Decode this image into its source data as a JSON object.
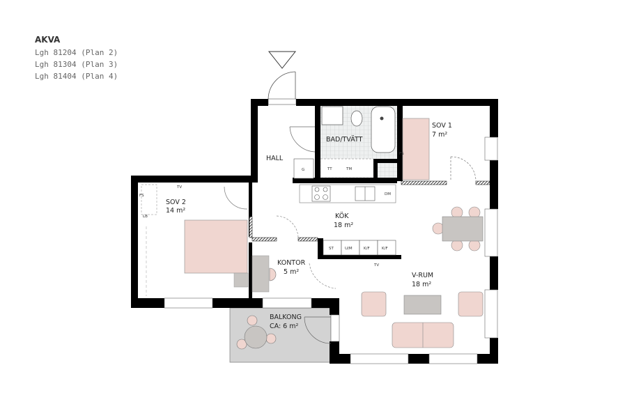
{
  "header": {
    "title": "AKVA",
    "units": [
      "Lgh 81204 (Plan 2)",
      "Lgh 81304 (Plan 3)",
      "Lgh 81404 (Plan 4)"
    ]
  },
  "rooms": {
    "hall": {
      "name": "HALL"
    },
    "bad": {
      "name": "BAD/TVÄTT"
    },
    "sov1": {
      "name": "SOV 1",
      "area": "7 m²"
    },
    "sov2": {
      "name": "SOV 2",
      "area": "14 m²"
    },
    "kok": {
      "name": "KÖK",
      "area": "18 m²"
    },
    "kontor": {
      "name": "KONTOR",
      "area": "5 m²"
    },
    "vrum": {
      "name": "V-RUM",
      "area": "18 m²"
    },
    "balkong": {
      "name": "BALKONG",
      "area": "CA: 6 m²"
    }
  },
  "fixtures": {
    "g": "G",
    "tt": "TT",
    "tm": "TM",
    "dm": "DM",
    "fs": "FS",
    "lb": "LB",
    "tv": "TV",
    "st": "ST",
    "um": "U/M",
    "kf1": "K/F",
    "kf2": "K/F"
  },
  "icons": {
    "entrance": "entrance-arrow-icon"
  },
  "colors": {
    "wall": "#000000",
    "furniture_pink": "#f0d6d0",
    "furniture_gray": "#c8c5c2",
    "balcony": "#d3d3d3",
    "tile_grid": "#cfd3d3"
  }
}
